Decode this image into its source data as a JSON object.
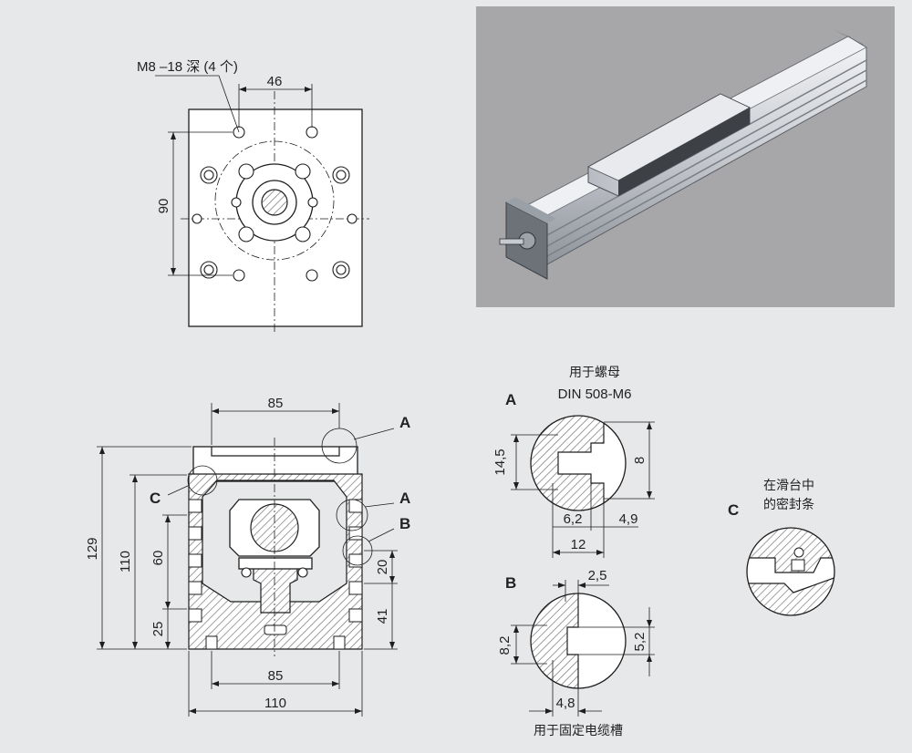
{
  "top_view": {
    "thread_note": "M8 –18 深 (4 个)",
    "dim_width": "46",
    "dim_height": "90"
  },
  "section_view": {
    "dim_top_width": "85",
    "dim_bottom_width": "85",
    "dim_total_width": "110",
    "dim_129": "129",
    "dim_110": "110",
    "dim_60": "60",
    "dim_25": "25",
    "dim_20": "20",
    "dim_41": "41",
    "callout_a_top": "A",
    "callout_a_side": "A",
    "callout_b": "B",
    "callout_c": "C"
  },
  "detail_a": {
    "label": "A",
    "caption_line1": "用于螺母",
    "caption_line2": "DIN 508-M6",
    "dim_14_5": "14,5",
    "dim_8": "8",
    "dim_6_2": "6,2",
    "dim_4_9": "4,9",
    "dim_12": "12"
  },
  "detail_b": {
    "label": "B",
    "caption": "用于固定电缆槽",
    "dim_2_5": "2,5",
    "dim_8_2": "8,2",
    "dim_5_2": "5,2",
    "dim_4_8": "4,8"
  },
  "detail_c": {
    "label": "C",
    "caption_line1": "在滑台中",
    "caption_line2": "的密封条"
  },
  "colors": {
    "background": "#e7e8ea",
    "photo_background": "#a7a7a9",
    "line": "#1e1e1e",
    "hatch": "#777777"
  }
}
